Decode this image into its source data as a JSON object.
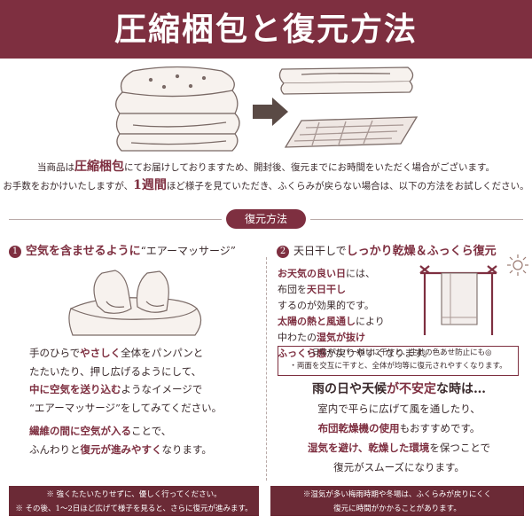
{
  "header": {
    "title": "圧縮梱包と復元方法"
  },
  "intro": {
    "line1_pre": "当商品は",
    "line1_em": "圧縮梱包",
    "line1_post": "にてお届けしておりますため、開封後、復元までにお時間をいただく場合がございます。",
    "line2_pre": "お手数をおかけいたしますが、",
    "line2_em": "1週間",
    "line2_post": "ほど様子を見ていただき、ふくらみが戻らない場合は、以下の方法をお試しください。"
  },
  "section_title": "復元方法",
  "method1": {
    "number": "1",
    "title_hi": "空気を含ませるように",
    "title_rest": "“エアーマッサージ”",
    "lines": [
      {
        "pre": "手のひらで",
        "b": "やさしく",
        "post": "全体をパンパンと"
      },
      {
        "pre": "たたいたり、押し広げるようにして、",
        "b": "",
        "post": ""
      },
      {
        "pre": "",
        "b": "中に空気を送り込む",
        "post": "ようなイメージで"
      },
      {
        "pre": "“エアーマッサージ”をしてみてください。",
        "b": "",
        "post": ""
      },
      {
        "pre": "",
        "b": "繊維の間に空気が入る",
        "post": "ことで、"
      },
      {
        "pre": "ふんわりと",
        "b": "復元が進みやすく",
        "post": "なります。"
      }
    ]
  },
  "method2": {
    "number": "2",
    "title_pre": "天日干しで",
    "title_hi": "しっかり乾燥＆ふっくら復元",
    "lines": [
      {
        "b": "お天気の良い日",
        "post": "には、"
      },
      {
        "b": "",
        "post": "布団を",
        "b2": "天日干し"
      },
      {
        "b": "",
        "post": "するのが効果的です。"
      },
      {
        "b": "太陽の熱と風通し",
        "post": "により"
      },
      {
        "b": "",
        "post": "中わたの",
        "b2": "湿気が抜け"
      },
      {
        "b": "ふっくら感",
        "post": "が戻りやすくなります。"
      }
    ],
    "note1": "・日陰やカバー越しに干すと、生地の色あせ防止にも◎",
    "note2": "・両面を交互に干すと、全体が均等に復元されやすくなります。"
  },
  "rain": {
    "heading_pre": "雨の日や天候",
    "heading_b": "が不安定",
    "heading_post": "な時は…",
    "l1": "室内で平らに広げて風を通したり、",
    "l2_pre": "布団乾燥機の使用",
    "l2_post": "もおすすめです。",
    "l3_b": "湿気を避け、乾燥した環境",
    "l3_post": "を保つことで",
    "l4": "復元がスムーズになります。"
  },
  "footer": {
    "left1": "※ 強くたたいたりせずに、優しく行ってください。",
    "left2": "※ その後、1～2日ほど広げて様子を見ると、さらに復元が進みます。",
    "right1": "※湿気が多い梅雨時期や冬場は、ふくらみが戻りにくく",
    "right2": "復元に時間がかかることがあります。"
  },
  "icons": [
    "futon-fluffy-icon",
    "arrow-right-icon",
    "compressed-futon-icon",
    "vacuum-bag-icon",
    "hands-massage-icon",
    "drying-rack-icon",
    "sun-icon"
  ],
  "colors": {
    "accent": "#7e2f40",
    "text": "#3a2a2c"
  }
}
